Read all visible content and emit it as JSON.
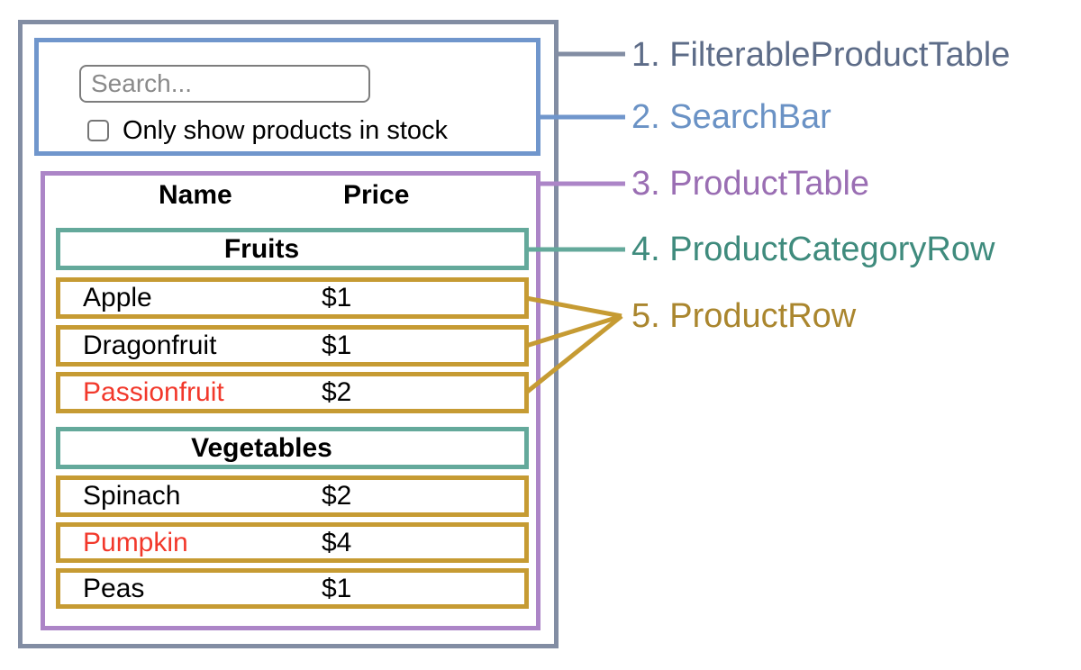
{
  "colors": {
    "gray_border": "#828DA3",
    "blue_border": "#7096CC",
    "purple_border": "#AC85C7",
    "teal_border": "#64A99B",
    "gold_border": "#C69B33",
    "red_text": "#F2382B",
    "label1": "#5D6C88",
    "label2": "#6A92C5",
    "label3": "#9A6EB3",
    "label4": "#3F8B7D",
    "label5": "#AA862E"
  },
  "search_bar": {
    "placeholder": "Search...",
    "checkbox_label": "Only show products in stock"
  },
  "table": {
    "headers": {
      "name": "Name",
      "price": "Price"
    },
    "rows": [
      {
        "type": "category",
        "label": "Fruits"
      },
      {
        "type": "product",
        "name": "Apple",
        "price": "$1",
        "name_color": "default"
      },
      {
        "type": "product",
        "name": "Dragonfruit",
        "price": "$1",
        "name_color": "default"
      },
      {
        "type": "product",
        "name": "Passionfruit",
        "price": "$2",
        "name_color": "red"
      },
      {
        "type": "category",
        "label": "Vegetables"
      },
      {
        "type": "product",
        "name": "Spinach",
        "price": "$2",
        "name_color": "default"
      },
      {
        "type": "product",
        "name": "Pumpkin",
        "price": "$4",
        "name_color": "red"
      },
      {
        "type": "product",
        "name": "Peas",
        "price": "$1",
        "name_color": "default"
      }
    ]
  },
  "legend": {
    "items": [
      {
        "label": "1. FilterableProductTable",
        "color": "#5D6C88"
      },
      {
        "label": "2. SearchBar",
        "color": "#6A92C5"
      },
      {
        "label": "3. ProductTable",
        "color": "#9A6EB3"
      },
      {
        "label": "4. ProductCategoryRow",
        "color": "#3F8B7D"
      },
      {
        "label": "5. ProductRow",
        "color": "#AA862E"
      }
    ]
  }
}
